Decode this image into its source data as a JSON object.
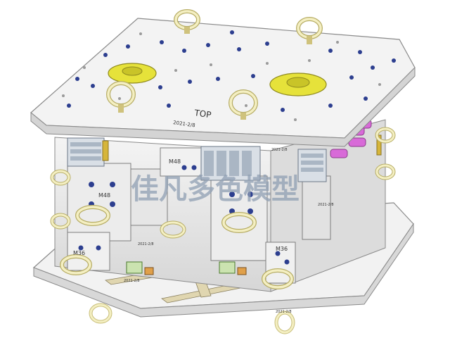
{
  "watermark": {
    "text": "佳凡多色模型",
    "color": "#8f9fb3"
  },
  "top_plate": {
    "text_top": "TOP",
    "text_date": "2021-2/8"
  },
  "labels": {
    "m48_upper": "M48",
    "m48_left": "M48",
    "m36_left": "M36",
    "m36_right": "M36",
    "stamp_a": "2021-2/8",
    "stamp_b": "2021-2/8",
    "stamp_c": "2021-2/8",
    "stamp_d": "2021-2/8",
    "stamp_e": "2021-2/8"
  },
  "colors": {
    "plate": "#f1f1f1",
    "plate_edge": "#9a9a9a",
    "steel": "#e3e3e3",
    "hole": "#2c3e8f",
    "locating_ring": "#e6e23a",
    "eyebolt": "#efe8b0",
    "hose": "#d86ad8",
    "bracket": "#d6b53a",
    "accent_green": "#4caf50"
  }
}
